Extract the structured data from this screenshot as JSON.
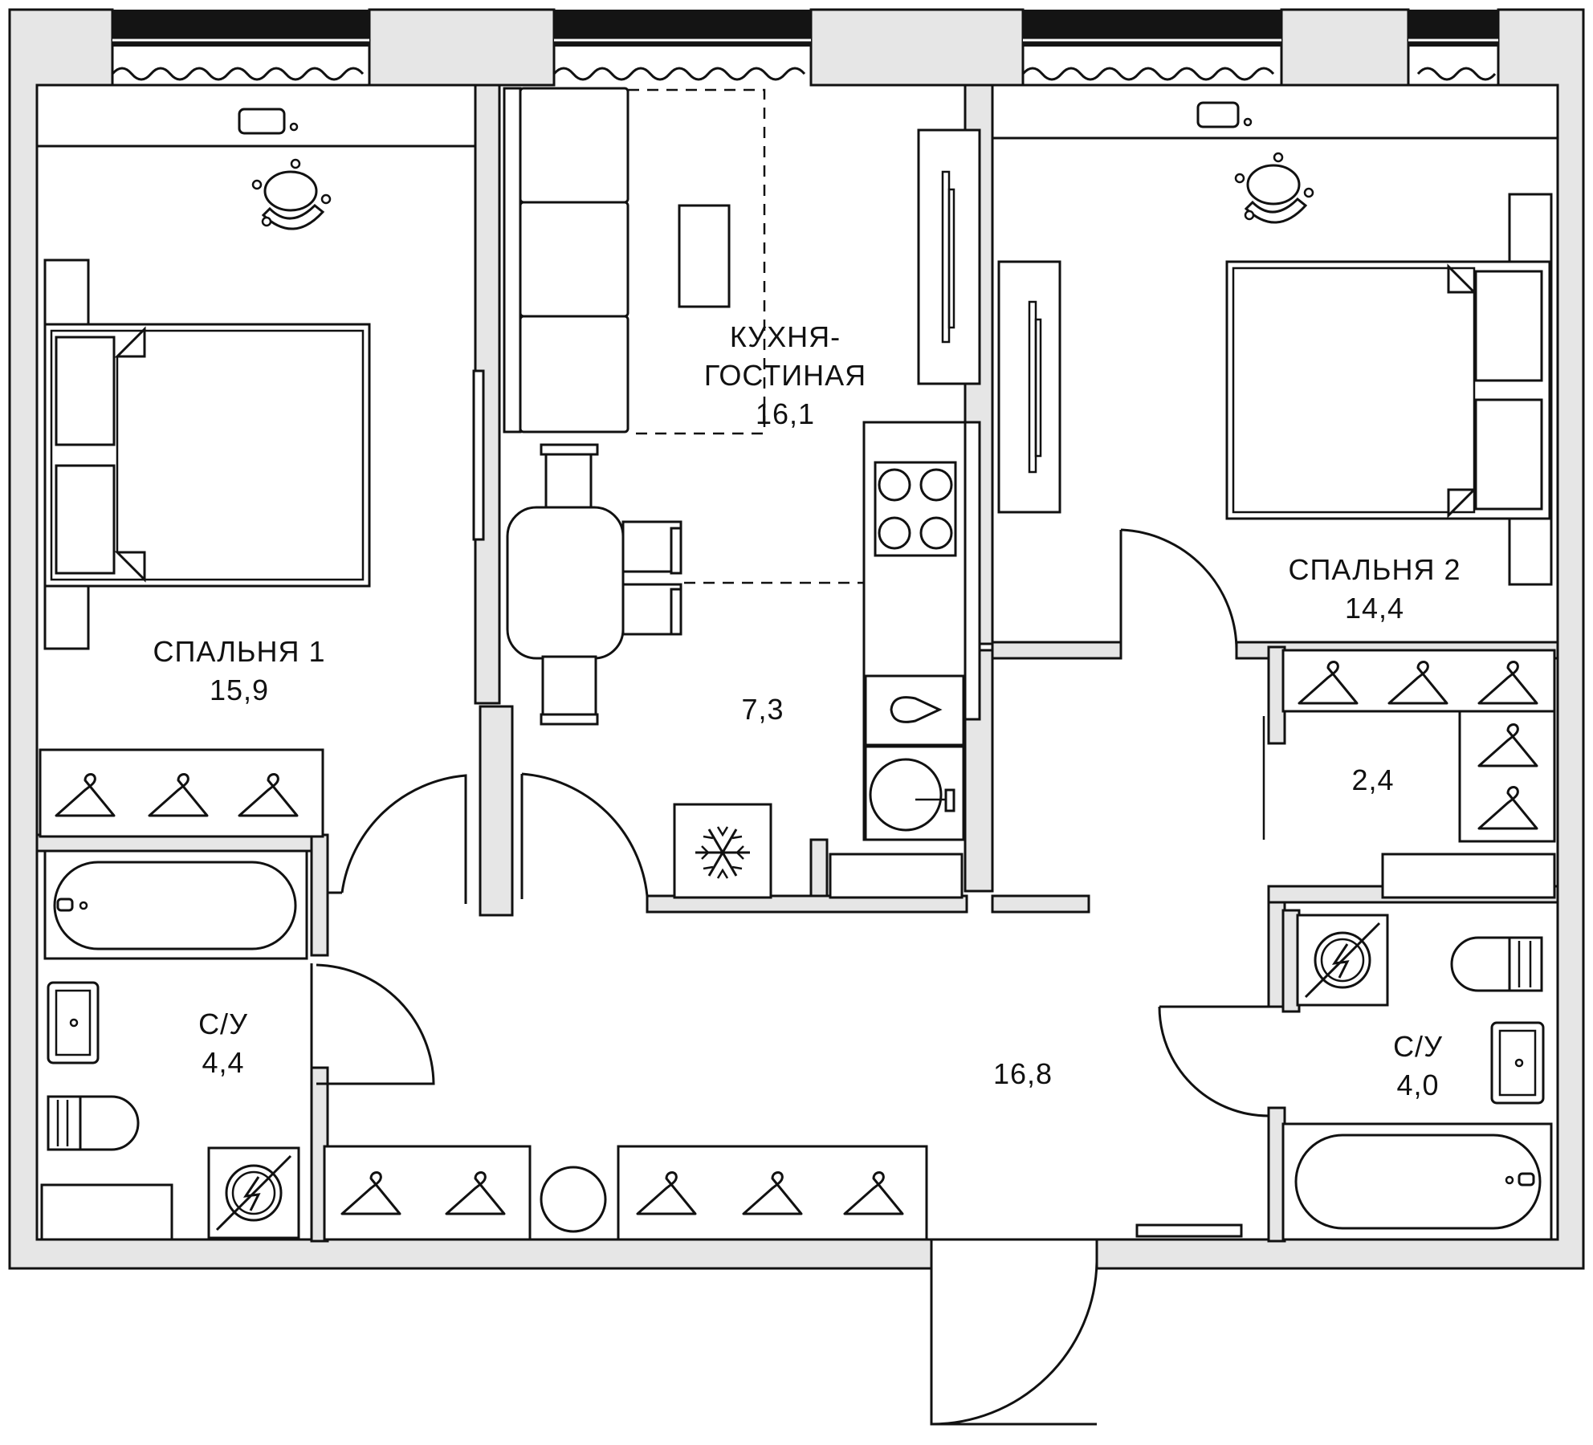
{
  "rooms": {
    "bedroom1": {
      "name": "СПАЛЬНЯ 1",
      "area": "15,9"
    },
    "living": {
      "name_line1": "КУХНЯ-",
      "name_line2": "ГОСТИНАЯ",
      "area": "16,1"
    },
    "dining": {
      "area": "7,3"
    },
    "bedroom2": {
      "name": "СПАЛЬНЯ 2",
      "area": "14,4"
    },
    "closet": {
      "area": "2,4"
    },
    "bath1": {
      "name": "С/У",
      "area": "4,4"
    },
    "bath2": {
      "name": "С/У",
      "area": "4,0"
    },
    "hall": {
      "area": "16,8"
    }
  },
  "icons": {
    "hanger": "hanger-icon",
    "snowflake": "snowflake-icon",
    "boiler": "boiler-icon",
    "chair": "chair-icon"
  }
}
